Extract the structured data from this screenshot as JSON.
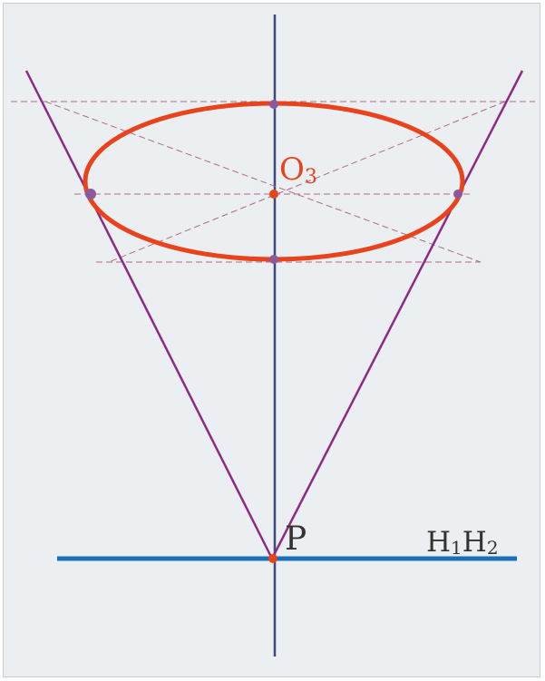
{
  "labels": {
    "center": {
      "main": "O",
      "sub": "3"
    },
    "vertex": "P",
    "ground_line": {
      "first": "H",
      "first_sub": "1",
      "second": "H",
      "second_sub": "2"
    }
  },
  "colors": {
    "background": "#ebeff1",
    "frame": "#c9cdd0",
    "ellipse": "#e8431c",
    "cone_lines": "#8b2b86",
    "axis": "#3d4a7a",
    "ground_line": "#1a6fb8",
    "construction": "#b06a85",
    "point_purple": "#8c5a9c",
    "point_red": "#e8431c",
    "label_center": "#e8431c",
    "label_dark": "#333333"
  }
}
